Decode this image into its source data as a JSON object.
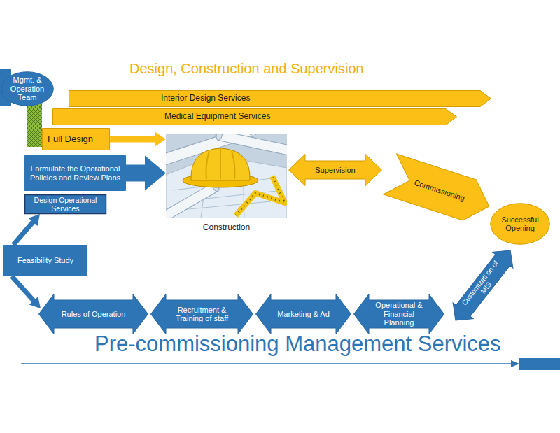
{
  "diagram": {
    "title": "Design, Construction and Supervision",
    "nodes": [
      {
        "text": [
          "Mgmt. & Operation Team"
        ]
      },
      {
        "text": [
          "Interior Design Services"
        ]
      },
      {
        "text": [
          "Medical Equipment Services"
        ]
      },
      {
        "text": [
          "Full Design"
        ]
      },
      {
        "text": [
          "Formulate the Operational Policies and Review Plans"
        ]
      },
      {
        "text": [
          "Design Operational Services"
        ]
      },
      {
        "text": [
          "Construction"
        ]
      },
      {
        "text": [
          "Supervision"
        ]
      },
      {
        "text": [
          "Commissioning"
        ]
      },
      {
        "text": [
          "Successful Opening"
        ]
      },
      {
        "text": [
          "Feasibility Study"
        ]
      },
      {
        "text": [
          "Customizati on of MIS"
        ]
      },
      {
        "text": [
          "Rules of Operation"
        ]
      },
      {
        "text": [
          "Recruitment & Training of staff"
        ]
      },
      {
        "text": [
          "Marketing & Ad"
        ]
      },
      {
        "text": [
          "Operational & Financial Planning"
        ]
      }
    ],
    "edges": [
      {
        "from": 0,
        "to": 3,
        "arrow": "none"
      },
      {
        "from": 3,
        "to": 6,
        "arrow": "to"
      },
      {
        "from": 4,
        "to": 6,
        "arrow": "to"
      },
      {
        "from": 10,
        "to": 5,
        "arrow": "to"
      },
      {
        "from": 10,
        "to": 12,
        "arrow": "to"
      }
    ],
    "labels": [
      "Pre-commissioning Management Services"
    ]
  }
}
